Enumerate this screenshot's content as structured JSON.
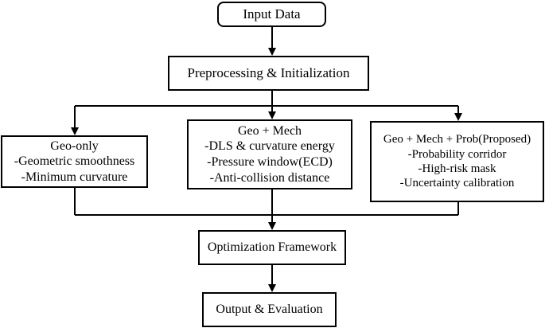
{
  "diagram": {
    "input": {
      "title": "Input Data"
    },
    "preprocess": {
      "title": "Preprocessing & Initialization"
    },
    "branches": [
      {
        "title": "Geo-only",
        "items": [
          "-Geometric smoothness",
          "-Minimum curvature"
        ]
      },
      {
        "title": "Geo + Mech",
        "items": [
          "-DLS & curvature energy",
          "-Pressure window(ECD)",
          "-Anti-collision distance"
        ]
      },
      {
        "title": "Geo + Mech + Prob(Proposed)",
        "items": [
          "-Probability corridor",
          "-High-risk mask",
          "-Uncertainty calibration"
        ]
      }
    ],
    "optimization": {
      "title": "Optimization Framework"
    },
    "output": {
      "title": "Output & Evaluation"
    }
  },
  "style": {
    "stroke_color": "#000000",
    "background": "#ffffff"
  }
}
